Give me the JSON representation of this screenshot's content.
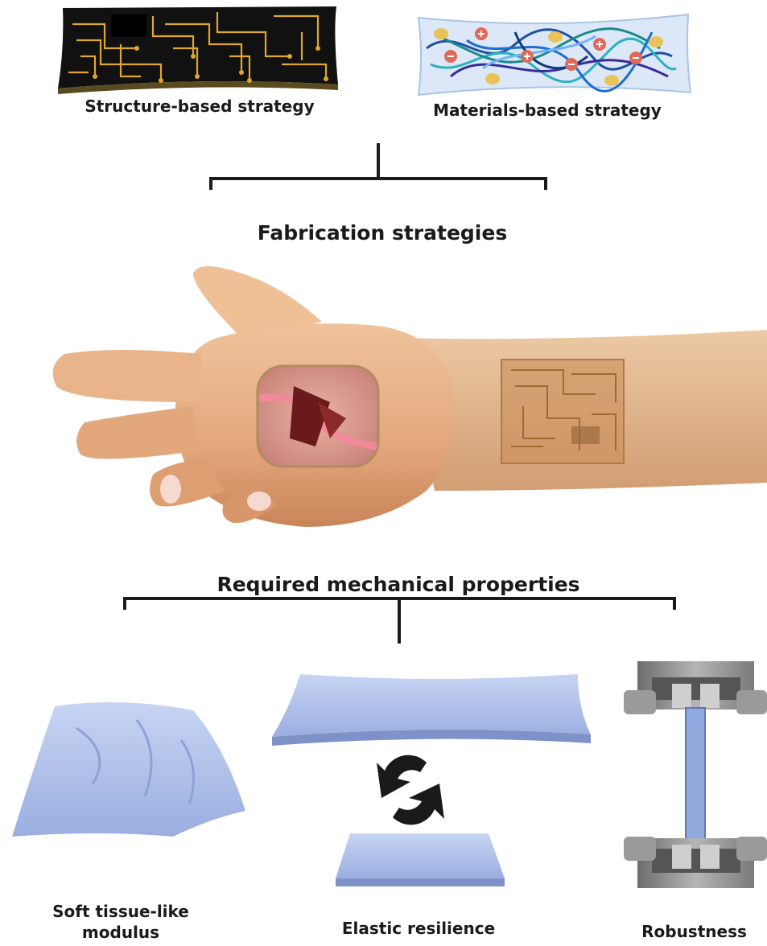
{
  "top": {
    "structure_label": "Structure-based strategy",
    "materials_label": "Materials-based strategy"
  },
  "middle": {
    "fabrication_title": "Fabrication strategies",
    "properties_title": "Required mechanical properties"
  },
  "bottom": {
    "soft_label_line1": "Soft tissue-like",
    "soft_label_line2": "modulus",
    "elastic_label": "Elastic resilience",
    "robust_label": "Robustness"
  },
  "colors": {
    "circuit_board": "#111111",
    "circuit_trace": "#e0a82a",
    "film_blue": "#aabbe6",
    "skin": "#e3a77c",
    "fixture_gray": "#8a8a8a"
  }
}
